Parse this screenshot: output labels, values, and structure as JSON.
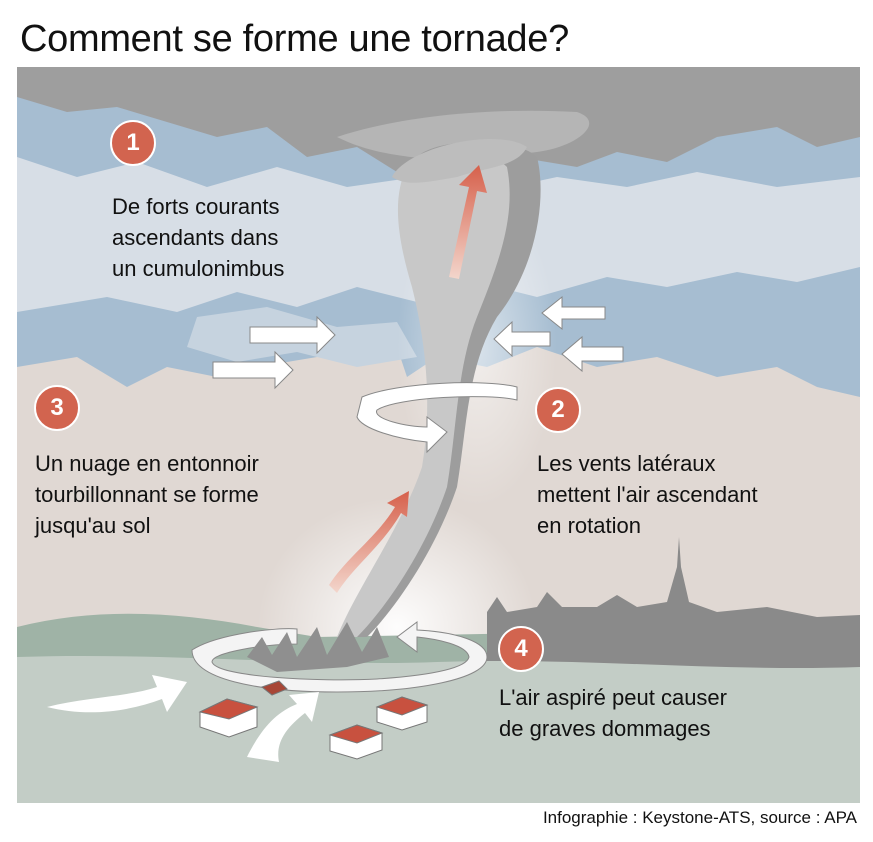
{
  "title": "Comment se forme une tornade?",
  "steps": [
    {
      "number": "1",
      "lines": [
        "De forts courants",
        "ascendants dans",
        "un cumulonimbus"
      ]
    },
    {
      "number": "2",
      "lines": [
        "Les vents latéraux",
        "mettent l'air ascendant",
        "en rotation"
      ]
    },
    {
      "number": "3",
      "lines": [
        "Un nuage en entonnoir",
        "tourbillonnant se forme",
        "jusqu'au sol"
      ]
    },
    {
      "number": "4",
      "lines": [
        "L'air aspiré peut causer",
        "de graves dommages"
      ]
    }
  ],
  "credit": "Infographie : Keystone-ATS, source : APA",
  "colors": {
    "badge": "#d2644f",
    "sky": "#e0d8d3",
    "cloud_blue": "#a6bdd1",
    "cloud_light": "#d7dee6",
    "storm_gray": "#9e9e9e",
    "ground": "#c3cdc6",
    "hills": "#9fb3a6",
    "skyline": "#8a8a8a"
  }
}
